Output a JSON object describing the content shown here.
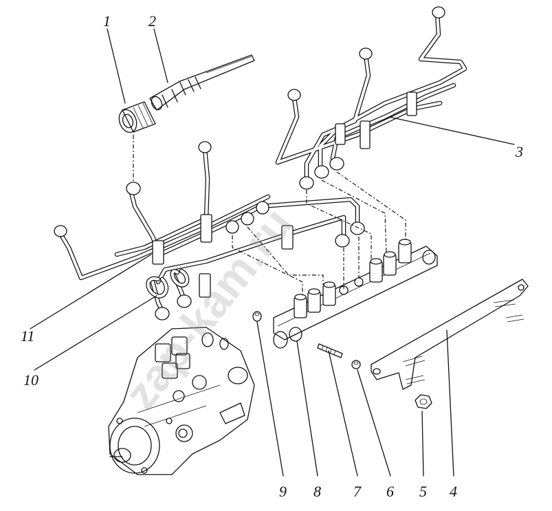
{
  "watermark": "zap-kam.ru",
  "labels": {
    "l1": "1",
    "l2": "2",
    "l3": "3",
    "l4": "4",
    "l5": "5",
    "l6": "6",
    "l7": "7",
    "l8": "8",
    "l9": "9",
    "l10": "10",
    "l11": "11"
  },
  "colors": {
    "line": "#111111",
    "background": "#ffffff",
    "watermark": "#9a9a9a"
  }
}
